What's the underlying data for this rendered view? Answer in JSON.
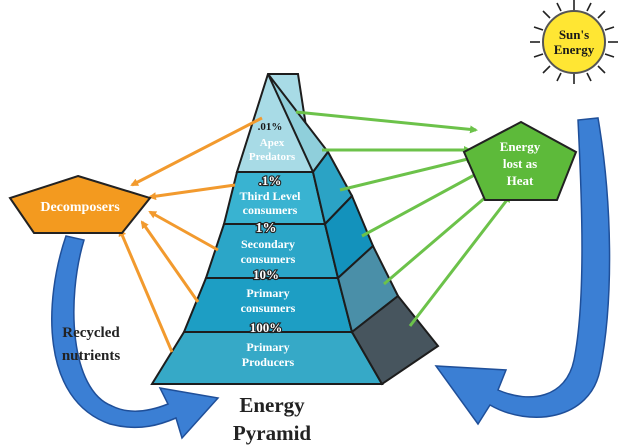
{
  "title_line1": "Energy",
  "title_line2": "Pyramid",
  "levels": [
    {
      "percent": ".01%",
      "name_line1": "Apex",
      "name_line2": "Predators"
    },
    {
      "percent": ".1%",
      "name_line1": "Third Level",
      "name_line2": "consumers"
    },
    {
      "percent": "1%",
      "name_line1": "Secondary",
      "name_line2": "consumers"
    },
    {
      "percent": "10%",
      "name_line1": "Primary",
      "name_line2": "consumers"
    },
    {
      "percent": "100%",
      "name_line1": "Primary",
      "name_line2": "Producers"
    }
  ],
  "decomposers": "Decomposers",
  "heat_line1": "Energy",
  "heat_line2": "lost as",
  "heat_line3": "Heat",
  "sun_line1": "Sun's",
  "sun_line2": "Energy",
  "recycled_line1": "Recycled",
  "recycled_line2": "nutrients",
  "colors": {
    "orange_arrow": "#f29a2e",
    "green_arrow": "#6cc24a",
    "blue_arrow": "#3b7fd4",
    "sun": "#ffe633",
    "decomposers": "#f39a1f",
    "heat": "#5dba3a"
  }
}
